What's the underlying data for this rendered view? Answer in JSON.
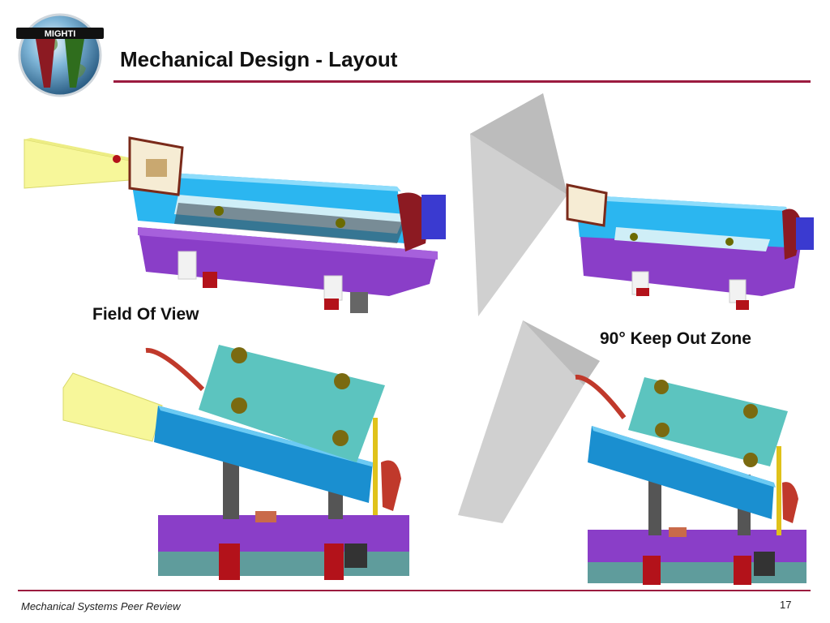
{
  "header": {
    "logo_text": "MIGHTI",
    "title": "Mechanical Design - Layout"
  },
  "labels": {
    "field_of_view": "Field Of View",
    "keep_out_zone": "90° Keep Out Zone"
  },
  "footer": {
    "text": "Mechanical Systems Peer Review",
    "page_number": "17"
  },
  "colors": {
    "accent_rule": "#9b1b3f",
    "fov_volume": "#f7f79a",
    "keep_out_volume": "#c8c8c8",
    "base_purple": "#8a3ec8",
    "optics_blue": "#2bb6f0",
    "radiator_teal": "#5cc4bf",
    "mount_red": "#b3121a"
  }
}
